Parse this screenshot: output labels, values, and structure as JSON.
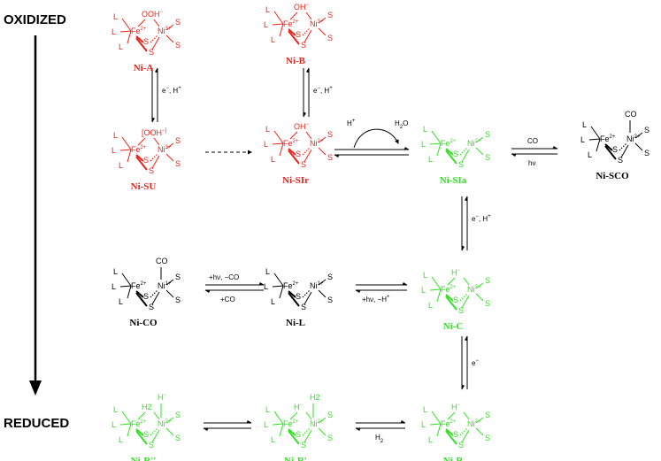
{
  "colors": {
    "oxidized": "#e8231b",
    "active": "#33e024",
    "inactive": "#000000"
  },
  "axis": {
    "top": "OXIDIZED",
    "bottom": "REDUCED"
  },
  "states": {
    "ni_a": {
      "label": "Ni-A",
      "fe": "Fe",
      "fe_ox": "2+",
      "ni": "Ni",
      "ni_ox": "3+",
      "bridge": "OOH",
      "bridge_charge": "−"
    },
    "ni_b": {
      "label": "Ni-B",
      "fe": "Fe",
      "fe_ox": "2+",
      "ni": "Ni",
      "ni_ox": "3+",
      "bridge": "OH",
      "bridge_charge": "−"
    },
    "ni_su": {
      "label": "Ni-SU",
      "fe": "Fe",
      "fe_ox": "2+",
      "ni": "Ni",
      "ni_ox": "3+",
      "bridge": "[OOH",
      "bridge_charge": "−]"
    },
    "ni_sir": {
      "label": "Ni-SIr",
      "fe": "Fe",
      "fe_ox": "2+",
      "ni": "Ni",
      "ni_ox": "2+",
      "bridge": "OH",
      "bridge_charge": "−"
    },
    "ni_sia": {
      "label": "Ni-SIa",
      "fe": "Fe",
      "fe_ox": "2+",
      "ni": "Ni",
      "ni_ox": "2+"
    },
    "ni_sco": {
      "label": "Ni-SCO",
      "fe": "Fe",
      "fe_ox": "2+",
      "ni": "Ni",
      "ni_ox": "2+",
      "ligand": "CO"
    },
    "ni_co": {
      "label": "Ni-CO",
      "fe": "Fe",
      "fe_ox": "2+",
      "ni": "Ni",
      "ni_ox": "1+",
      "ligand": "CO"
    },
    "ni_l": {
      "label": "Ni-L",
      "fe": "Fe",
      "fe_ox": "2+",
      "ni": "Ni",
      "ni_ox": "1+"
    },
    "ni_c": {
      "label": "Ni-C",
      "fe": "Fe",
      "fe_ox": "2+",
      "ni": "Ni",
      "ni_ox": "3+",
      "bridge": "H",
      "bridge_charge": "−"
    },
    "ni_r2": {
      "label": "Ni-R''",
      "fe": "Fe",
      "fe_ox": "2+",
      "ni": "Ni",
      "ni_ox": "2+",
      "bridge": "H2",
      "apical": "H",
      "apical_charge": "−"
    },
    "ni_r1": {
      "label": "Ni-R'",
      "fe": "Fe",
      "fe_ox": "2+",
      "ni": "Ni",
      "ni_ox": "2+",
      "bridge": "H",
      "bridge_charge": "−",
      "apical": "H2"
    },
    "ni_r": {
      "label": "Ni-R",
      "fe": "Fe",
      "fe_ox": "2+",
      "ni": "Ni",
      "ni_ox": "2+",
      "bridge": "H",
      "bridge_charge": "−"
    }
  },
  "atoms": {
    "ligand_L": "L",
    "sulfur": "S"
  },
  "conditions": {
    "a_b_left": "e",
    "a_b_left_sup": "−",
    "a_b_right": ", H",
    "a_b_right_sup": "+",
    "hplus": "H",
    "hplus_sup": "+",
    "water": "H",
    "water_sub": "2",
    "water_o": "O",
    "co_top": "CO",
    "co_bottom": "hν",
    "sia_c": "e",
    "sia_c_sup": "−",
    "sia_c_rest": ", H",
    "sia_c_rest_sup": "+",
    "co_l_top": "+hν, −CO",
    "co_l_bottom": "+CO",
    "l_c": "+hν, −H",
    "l_c_sup": "+",
    "c_r": "e",
    "c_r_sup": "−",
    "r_h2": "H",
    "r_h2_sub": "2"
  }
}
